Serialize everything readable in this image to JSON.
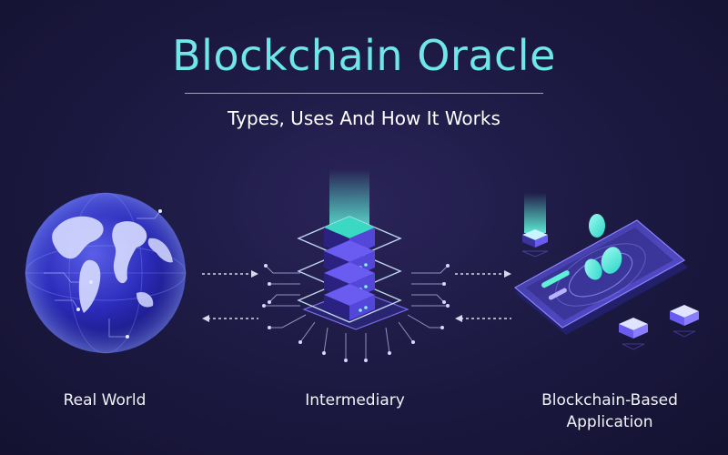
{
  "header": {
    "title": "Blockchain Oracle",
    "subtitle": "Types, Uses And How It Works"
  },
  "nodes": [
    {
      "id": "real-world",
      "label": "Real World"
    },
    {
      "id": "intermediary",
      "label": "Intermediary"
    },
    {
      "id": "app",
      "label": "Blockchain-Based Application"
    }
  ],
  "colors": {
    "background": "#1d1a44",
    "title": "#6fe6ea",
    "accent_teal": "#5ff0d8",
    "accent_purple": "#6a5cf0",
    "arrow": "#d8d8ee"
  },
  "icons": [
    "globe-icon",
    "server-stack-icon",
    "smartphone-icon",
    "coin-icon",
    "cube-icon"
  ]
}
